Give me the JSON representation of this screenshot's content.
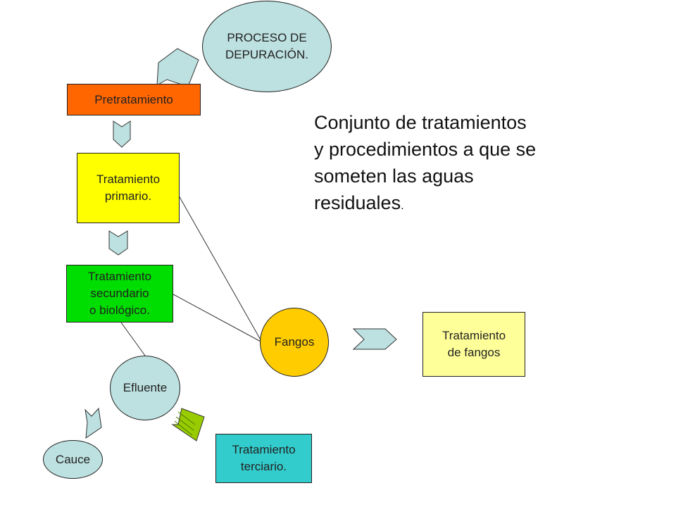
{
  "colors": {
    "process_ellipse": "#bde0e0",
    "pretratamiento": "#ff6600",
    "primario": "#ffff00",
    "secundario": "#00dd00",
    "fangos": "#ffcc00",
    "tratamiento_fangos": "#ffff99",
    "efluente": "#bde0e0",
    "cauce": "#bde0e0",
    "terciario": "#33cccc",
    "chevron_blue": "#bde0e0",
    "chevron_green": "#99cc00",
    "line": "#333333"
  },
  "nodes": {
    "proceso": "PROCESO DE\nDEPURACIÓN.",
    "pretratamiento": "Pretratamiento",
    "primario": "Tratamiento\n   primario.",
    "secundario": "Tratamiento\nsecundario\n o biológico.",
    "fangos": "Fangos",
    "tratamiento_fangos": "Tratamiento\nde fangos",
    "efluente": "Efluente",
    "cauce": "Cauce",
    "terciario": "Tratamiento\nterciario."
  },
  "definition": {
    "text": "Conjunto de tratamientos\ny procedimientos a que se\nsometen las aguas\nresiduales",
    "trailing": "."
  }
}
